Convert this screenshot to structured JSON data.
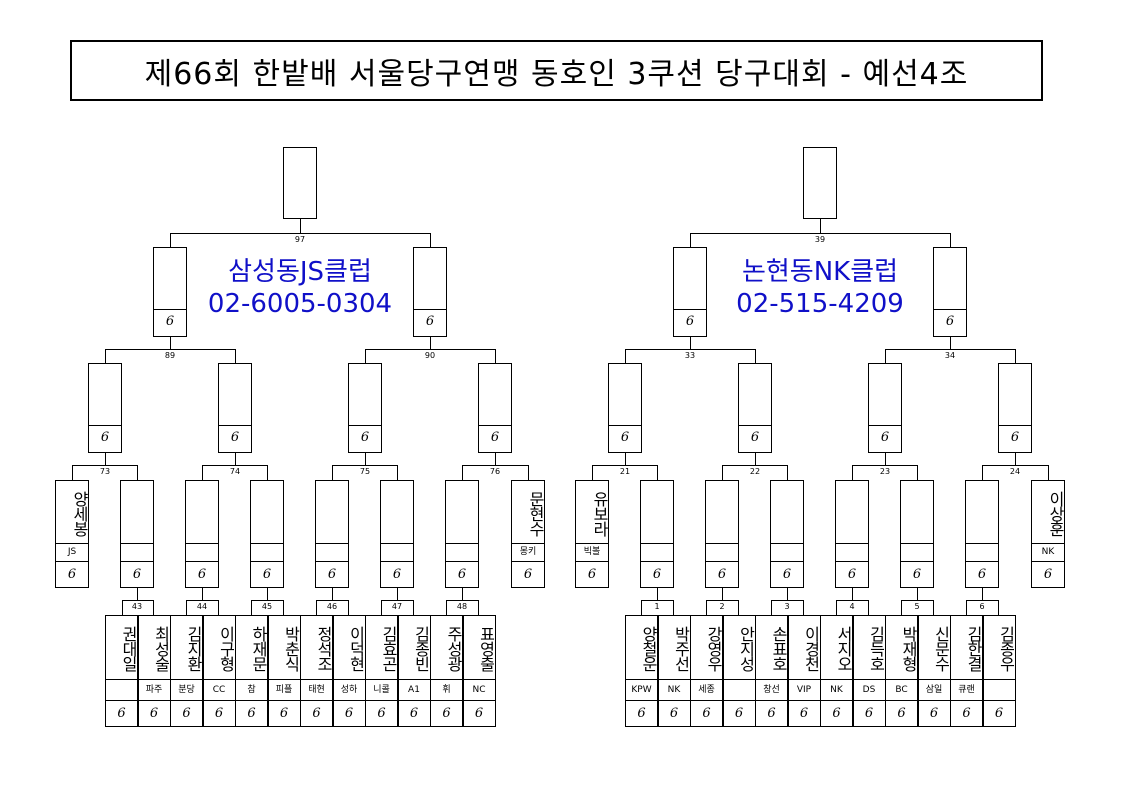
{
  "title": "제66회 한밭배 서울당구연맹 동호인 3쿠션 당구대회 - 예선4조",
  "mark": "6",
  "ad_left": {
    "name": "삼성동JS클럽",
    "phone": "02-6005-0304"
  },
  "ad_right": {
    "name": "논현동NK클럽",
    "phone": "02-515-4209"
  },
  "match_numbers": {
    "left": {
      "final": "97",
      "semis": [
        "89",
        "90"
      ],
      "quarters": [
        "73",
        "74",
        "75",
        "76"
      ],
      "rounds": [
        "43",
        "44",
        "45",
        "46",
        "47",
        "48"
      ]
    },
    "right": {
      "final": "39",
      "semis": [
        "33",
        "34"
      ],
      "quarters": [
        "21",
        "22",
        "23",
        "24"
      ],
      "rounds": [
        "1",
        "2",
        "3",
        "4",
        "5",
        "6"
      ]
    }
  },
  "seeded_players": [
    {
      "name": "양세봉",
      "club": "JS"
    },
    {
      "name": "문현수",
      "club": "몽키"
    },
    {
      "name": "유보라",
      "club": "빅볼"
    },
    {
      "name": "이상훈",
      "club": "NK"
    }
  ],
  "left_players": [
    {
      "name": "권대일",
      "club": ""
    },
    {
      "name": "최성술",
      "club": "파주"
    },
    {
      "name": "김지환",
      "club": "분당"
    },
    {
      "name": "이구형",
      "club": "CC"
    },
    {
      "name": "하재문",
      "club": "참"
    },
    {
      "name": "박춘식",
      "club": "피플"
    },
    {
      "name": "정석조",
      "club": "태현"
    },
    {
      "name": "이덕현",
      "club": "성하"
    },
    {
      "name": "김효곤",
      "club": "니콜"
    },
    {
      "name": "김종빈",
      "club": "A1"
    },
    {
      "name": "주성광",
      "club": "휘"
    },
    {
      "name": "표영출",
      "club": "NC"
    }
  ],
  "right_players": [
    {
      "name": "양철운",
      "club": "KPW"
    },
    {
      "name": "박주선",
      "club": "NK"
    },
    {
      "name": "강영우",
      "club": "세종"
    },
    {
      "name": "안지성",
      "club": ""
    },
    {
      "name": "손표호",
      "club": "창선"
    },
    {
      "name": "이경천",
      "club": "VIP"
    },
    {
      "name": "서지오",
      "club": "NK"
    },
    {
      "name": "김득호",
      "club": "DS"
    },
    {
      "name": "박재형",
      "club": "BC"
    },
    {
      "name": "신문수",
      "club": "삼일"
    },
    {
      "name": "김한결",
      "club": "큐랜"
    },
    {
      "name": "김종우",
      "club": ""
    }
  ]
}
